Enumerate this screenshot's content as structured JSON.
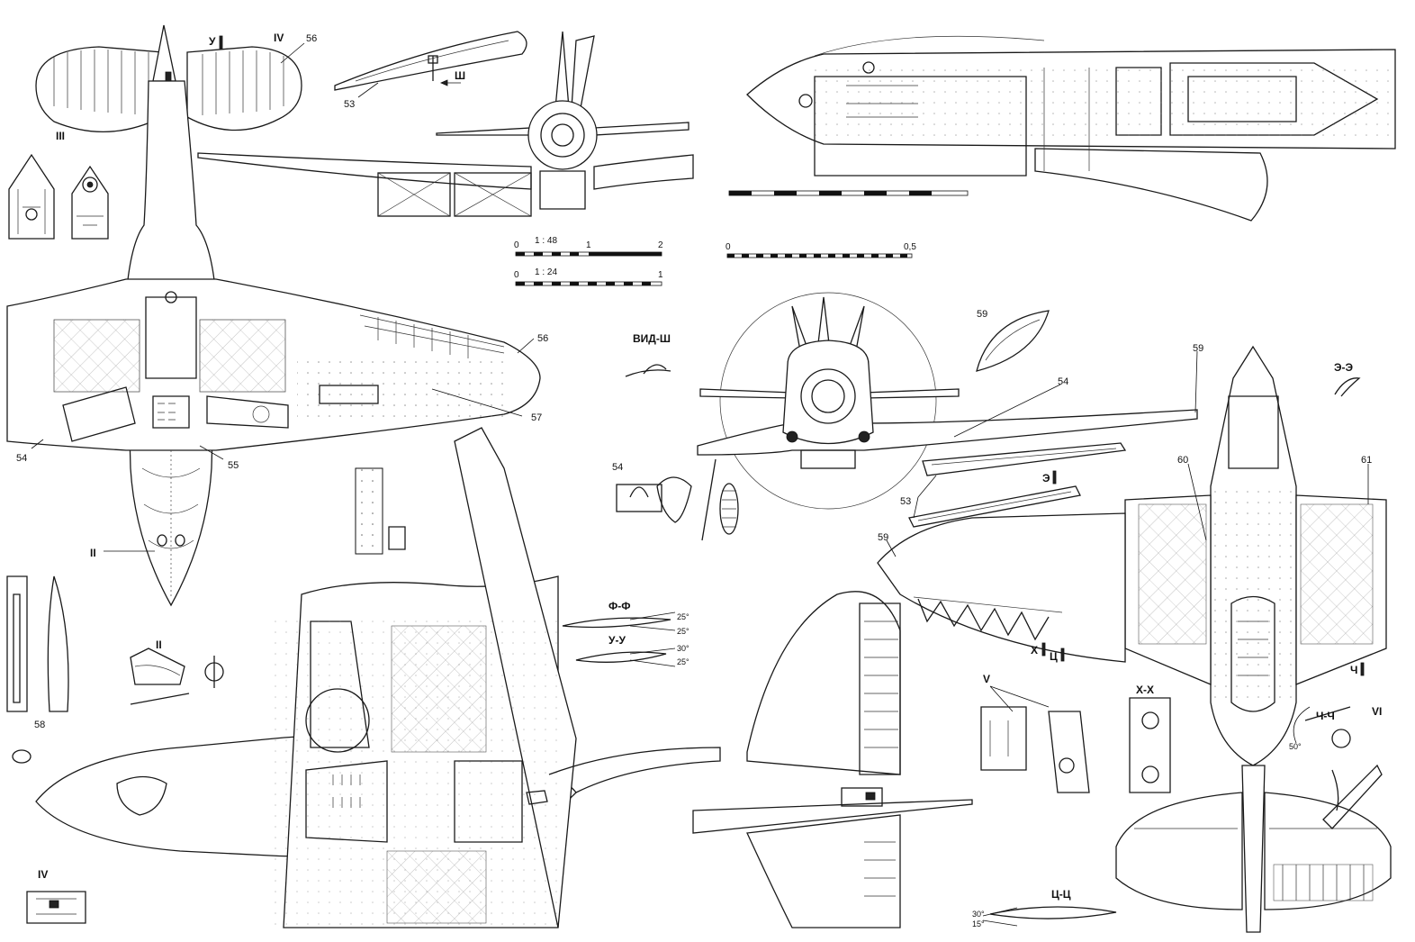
{
  "callouts": {
    "c53": "53",
    "c53b": "53",
    "c54a": "54",
    "c54b": "54",
    "c54c": "54",
    "c55": "55",
    "c56a": "56",
    "c56b": "56",
    "c57": "57",
    "c58": "58",
    "c59a": "59",
    "c59b": "59",
    "c59c": "59",
    "c60": "60",
    "c61": "61"
  },
  "sections": {
    "y_mark": "У",
    "iv_top": "IV",
    "iii": "III",
    "ii_mark": "II",
    "ii_detail": "II",
    "iv_detail": "IV",
    "v_mark": "V",
    "vi_mark": "VI",
    "x_mark": "Х",
    "ts_mark": "Ц",
    "ch_mark": "Ч",
    "e_mark": "Э",
    "sh_arrow": "Ш",
    "vid_sh": "ВИД-Ш",
    "f_f": "Ф-Ф",
    "y_y": "У-У",
    "e_e": "Э-Э",
    "x_x": "Х-Х",
    "ch_ch": "Ч-Ч",
    "ts_ts": "Ц-Ц"
  },
  "angles": {
    "ff_top": "25°",
    "ff_bot": "25°",
    "yy_top": "30°",
    "yy_bot": "25°",
    "chch": "50°",
    "tsts_top": "30°",
    "tsts_bot": "15°"
  },
  "scales": {
    "s48_label": "1 : 48",
    "s48_zero": "0",
    "s48_mid": "1",
    "s48_end": "2",
    "s24_label": "1 : 24",
    "s24_zero": "0",
    "s24_end": "1",
    "s05_zero": "0",
    "s05_end": "0,5"
  }
}
